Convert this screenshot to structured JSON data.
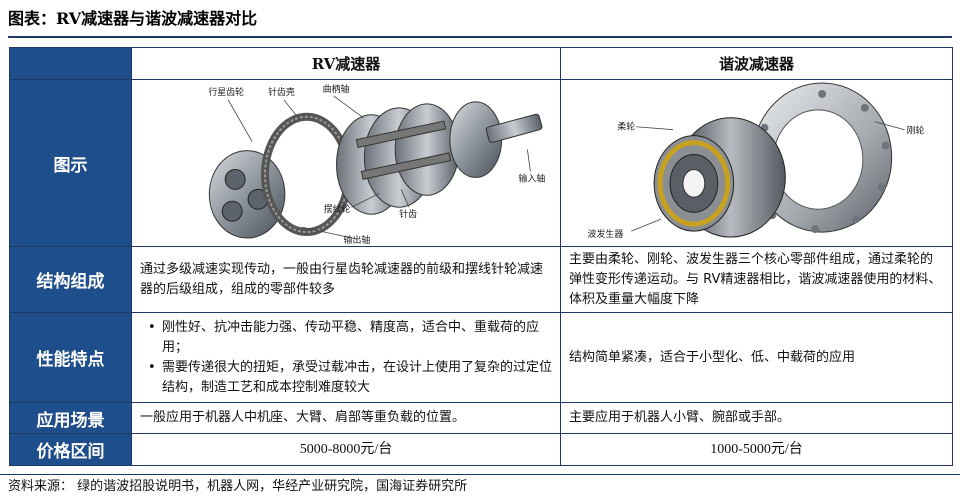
{
  "figure_title": "图表：RV减速器与谐波减速器对比",
  "columns": [
    "RV减速器",
    "谐波减速器"
  ],
  "rows": {
    "diagram": {
      "label": "图示",
      "rv_callouts": [
        "行星齿轮",
        "针齿壳",
        "曲柄轴",
        "输入轴",
        "摆线轮",
        "针齿",
        "输出轴"
      ],
      "harmonic_callouts": [
        "柔轮",
        "刚轮",
        "波发生器"
      ]
    },
    "structure": {
      "label": "结构组成",
      "rv": "通过多级减速实现传动，一般由行星齿轮减速器的前级和摆线针轮减速器的后级组成，组成的零部件较多",
      "harmonic": "主要由柔轮、刚轮、波发生器三个核心零部件组成，通过柔轮的弹性变形传递运动。与 RV精速器相比，谐波减速器使用的材料、体积及重量大幅度下降"
    },
    "performance": {
      "label": "性能特点",
      "rv": [
        "刚性好、抗冲击能力强、传动平稳、精度高，适合中、重载荷的应用；",
        "需要传递很大的扭矩，承受过载冲击，在设计上使用了复杂的过定位结构，制造工艺和成本控制难度较大"
      ],
      "harmonic": "结构简单紧凑，适合于小型化、低、中载荷的应用"
    },
    "application": {
      "label": "应用场景",
      "rv": "一般应用于机器人中机座、大臂、肩部等重负载的位置。",
      "harmonic": "主要应用于机器人小臂、腕部或手部。"
    },
    "price": {
      "label": "价格区间",
      "rv": "5000-8000元/台",
      "harmonic": "1000-5000元/台"
    }
  },
  "source": "资料来源： 绿的谐波招股说明书，机器人网，华经产业研究院，国海证券研究所",
  "colors": {
    "header_fill": "#1f4e8c",
    "border": "#1f3864"
  }
}
